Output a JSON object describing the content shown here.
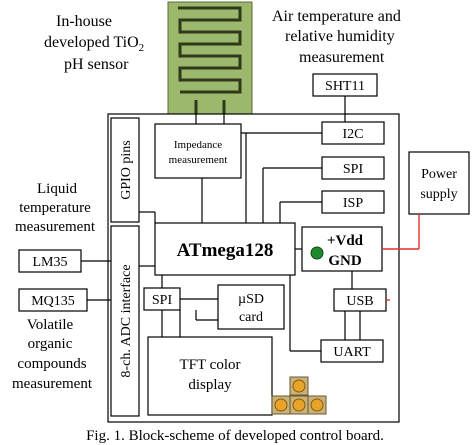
{
  "labels": {
    "sensor_title_1": "In-house",
    "sensor_title_2": "developed TiO",
    "sensor_title_sub": "2",
    "sensor_title_3": "pH sensor",
    "air_title_1": "Air temperature and",
    "air_title_2": "relative humidity",
    "air_title_3": "measurement",
    "sht11": "SHT11",
    "impedance_1": "Impedance",
    "impedance_2": "measurement",
    "gpio": "GPIO pins",
    "adc": "8-ch. ADC interface",
    "i2c": "I2C",
    "spi_right": "SPI",
    "isp": "ISP",
    "power_1": "Power",
    "power_2": "supply",
    "liquid_1": "Liquid",
    "liquid_2": "temperature",
    "liquid_3": "measurement",
    "lm35": "LM35",
    "mq135": "MQ135",
    "voc_1": "Volatile",
    "voc_2": "organic",
    "voc_3": "compounds",
    "voc_4": "measurement",
    "mcu": "ATmega128",
    "vdd": "+Vdd",
    "gnd": "GND",
    "spi_left": "SPI",
    "sd_1": "µSD",
    "sd_2": "card",
    "usb": "USB",
    "uart": "UART",
    "tft_1": "TFT color",
    "tft_2": "display",
    "caption": "Fig. 1. Block-scheme of developed control board."
  },
  "colors": {
    "power_wire": "#e0302b",
    "led": "#1f8a2e",
    "sensor_pcb": "#9bb86c",
    "button_cap": "#e8a428"
  }
}
